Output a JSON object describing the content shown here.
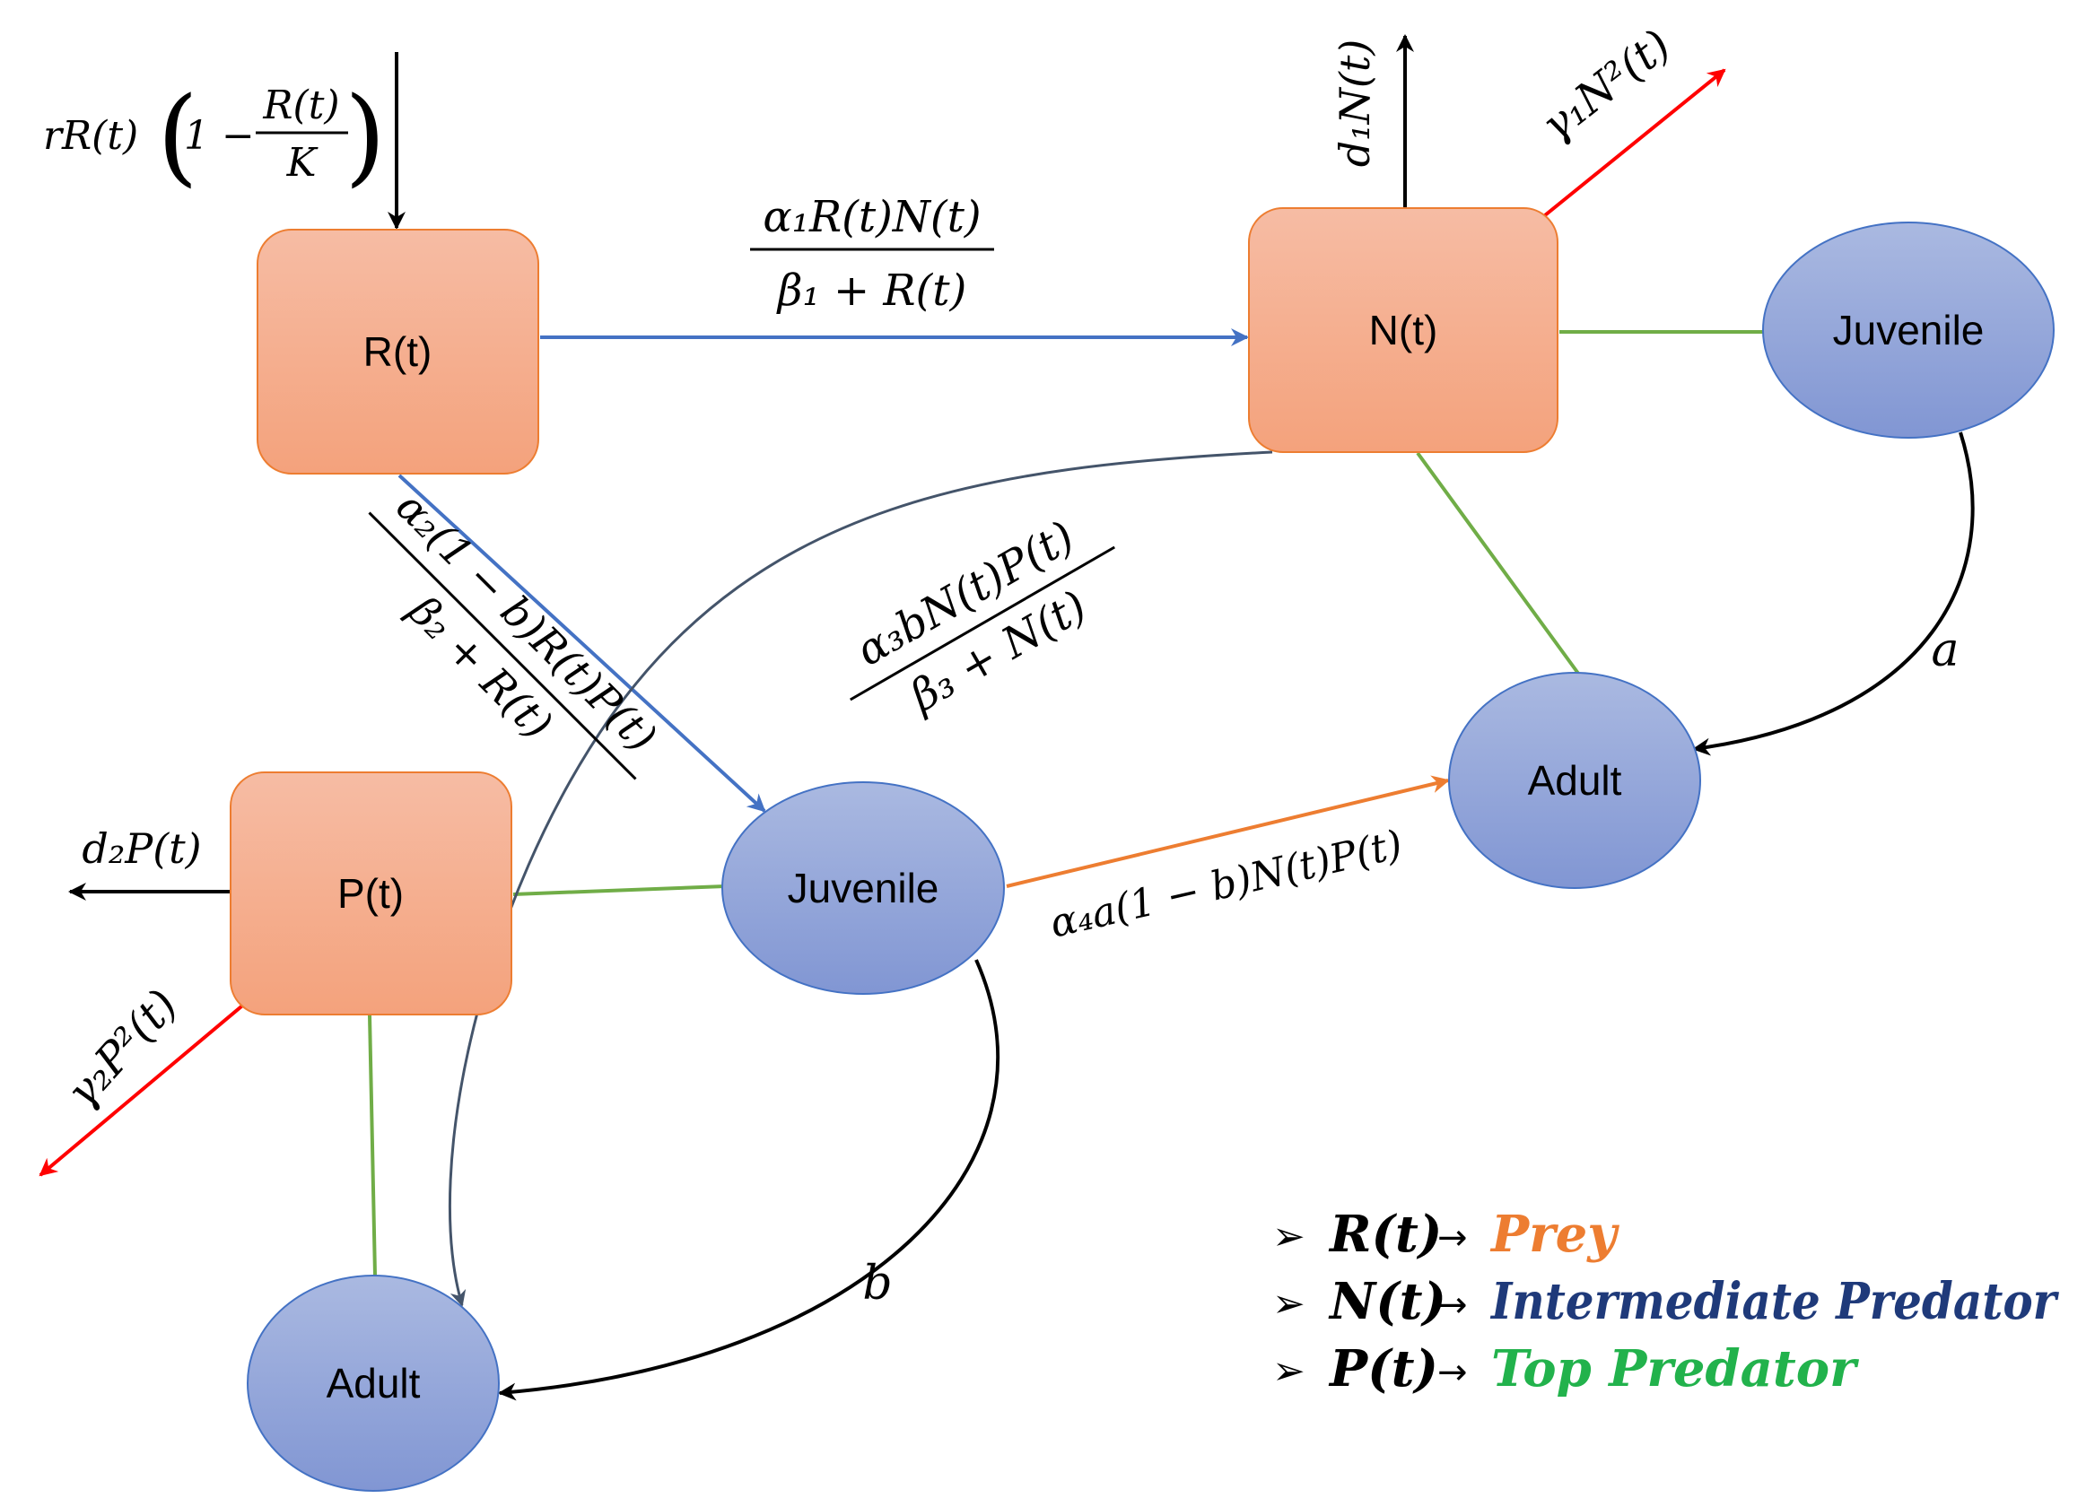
{
  "nodes": {
    "r": "R(t)",
    "n": "N(t)",
    "p": "P(t)",
    "n_juvenile": "Juvenile",
    "n_adult": "Adult",
    "p_juvenile": "Juvenile",
    "p_adult": "Adult"
  },
  "labels": {
    "logistic_lhs": "rR(t)",
    "logistic_one": "1 −",
    "logistic_num": "R(t)",
    "logistic_den": "K",
    "alpha1_num": "α₁R(t)N(t)",
    "alpha1_den": "β₁ + R(t)",
    "alpha2_num": "α₂(1 − b)R(t)P(t)",
    "alpha2_den": "β₂ + R(t)",
    "alpha3_num": "α₃bN(t)P(t)",
    "alpha3_den": "β₃ + N(t)",
    "alpha4": "α₄a(1 − b)N(t)P(t)",
    "d1": "d₁N(t)",
    "gamma1": "γ₁N²(t)",
    "d2": "d₂P(t)",
    "gamma2": "γ₂P²(t)",
    "a": "a",
    "b": "b"
  },
  "legend": [
    {
      "bullet": "➢",
      "symbol": "R(t)",
      "arrow": "→",
      "term": "Prey",
      "color": "#ED7D31"
    },
    {
      "bullet": "➢",
      "symbol": "N(t)",
      "arrow": "→",
      "term": "Intermediate Predator",
      "color": "#1F3A7A"
    },
    {
      "bullet": "➢",
      "symbol": "P(t)",
      "arrow": "→",
      "term": "Top Predator",
      "color": "#22B24C"
    }
  ],
  "colors": {
    "box_fill_top": "#F6B9A0",
    "box_fill_bottom": "#F4A47F",
    "box_stroke": "#ED7D31",
    "ellipse_fill_top": "#A9B8E0",
    "ellipse_fill_bottom": "#8297D4",
    "ellipse_stroke": "#4472C4",
    "blue_arrow": "#4472C4",
    "green_line": "#70AD47",
    "red_arrow": "#FF0000",
    "orange_arrow": "#ED7D31",
    "slate_arrow": "#44546A",
    "black_arrow": "#000000"
  }
}
